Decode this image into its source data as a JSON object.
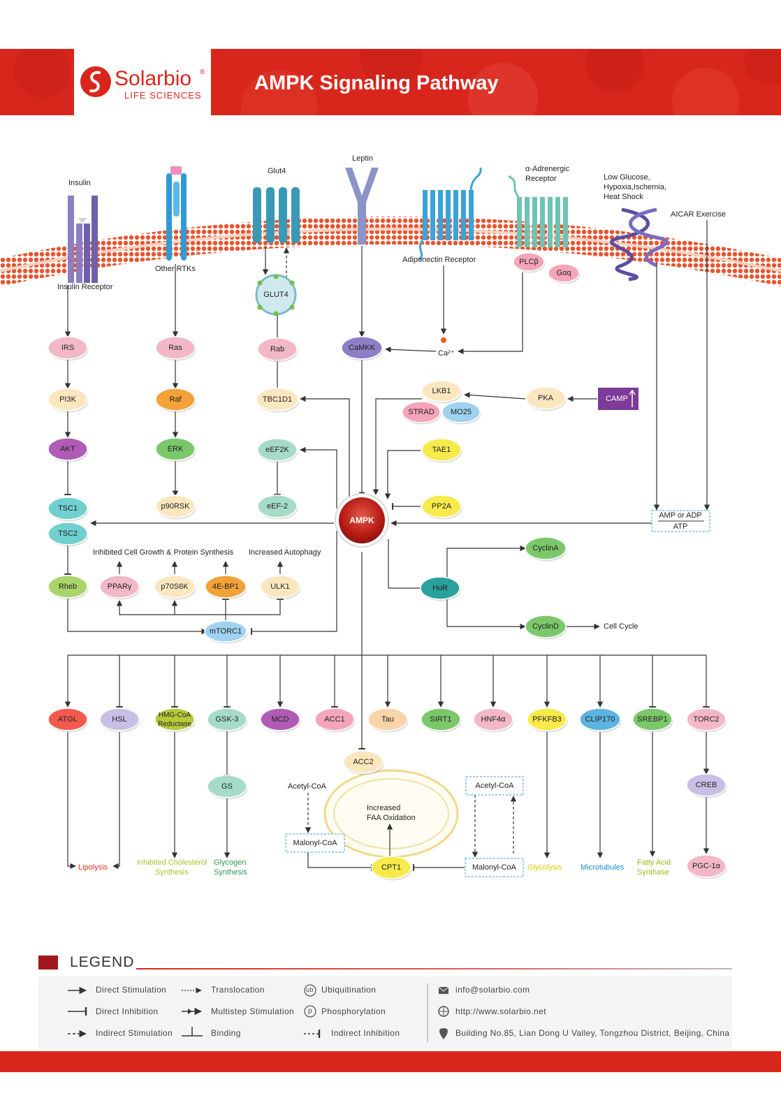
{
  "header": {
    "brand_name": "Solarbio",
    "brand_sub": "LIFE SCIENCES",
    "registered": "®",
    "title": "AMPK Signaling Pathway",
    "brand_color": "#d9261c"
  },
  "membrane": {
    "insulin": "Insulin",
    "insulin_receptor": "Insulin Receptor",
    "other_rtks": "Other RTKs",
    "glut4_label": "Glut4",
    "leptin": "Leptin",
    "adiponectin_receptor": "Adiponectin Receptor",
    "alpha_adrenergic_1": "α-Adrenergic",
    "alpha_adrenergic_2": "Receptor",
    "stress_1": "Low Glucose,",
    "stress_2": "Hypoxia,Ischemia,",
    "stress_3": "Heat Shock",
    "aicar": "AICAR Exercise"
  },
  "nodes": {
    "glut4": "GLUT4",
    "irs": "IRS",
    "ras": "Ras",
    "rab": "Rab",
    "camkk": "CaMKK",
    "ca": "Ca²⁺",
    "plcb": "PLCβ",
    "gaq": "Gαq",
    "pi3k": "PI3K",
    "raf": "Raf",
    "tbc1d1": "TBC1D1",
    "lkb1": "LKB1",
    "strad": "STRAD",
    "mo25": "MO25",
    "pka": "PKA",
    "camp": "CAMP",
    "akt": "AKT",
    "erk": "ERK",
    "eef2k": "eEF2K",
    "tae1": "TAE1",
    "p90rsk": "p90RSK",
    "eef2": "eEF-2",
    "pp2a": "PP2A",
    "tsc1": "TSC1",
    "tsc2": "TSC2",
    "ampk": "AMPK",
    "amp_1": "AMP or ADP",
    "amp_2": "ATP",
    "cyclina": "CyclinA",
    "rheb": "Rheb",
    "ppar": "PPARγ",
    "p70s6k": "p70S6K",
    "ebp1": "4E-BP1",
    "ulk1": "ULK1",
    "hur": "HuR",
    "mtorc1": "mTORC1",
    "cyclind": "CyclinD",
    "atgl": "ATGL",
    "hsl": "HSL",
    "hmg_1": "HMG-CoA",
    "hmg_2": "Reductase",
    "gsk3": "GSK-3",
    "mcd": "MCD",
    "acc1": "ACC1",
    "tau": "Tau",
    "sirt1": "SIRT1",
    "hnf4": "HNF4α",
    "pfkfb3": "PFKFB3",
    "clip170": "CLIP170",
    "srebp1": "SREBP1",
    "torc2": "TORC2",
    "acc2": "ACC2",
    "gs": "GS",
    "creb": "CREB",
    "cpt1": "CPT1",
    "pgc": "PGC-1α",
    "acetyl_left": "Acetyl-CoA",
    "acetyl_right": "Acetyl-CoA",
    "malonyl_left": "Malonyl-CoA",
    "malonyl_right": "Malonyl-CoA"
  },
  "outcomes": {
    "inhibited_growth": "Inhibited Cell Growth & Protein Synthesis",
    "autophagy": "Increased Autophagy",
    "cell_cycle": "Cell Cycle",
    "faa_1": "Increased",
    "faa_2": "FAA Oxidation",
    "lipolysis": "Lipolysis",
    "chol_1": "Inhibited Cholesterol",
    "chol_2": "Synthesis",
    "glycogen_1": "Glycogen",
    "glycogen_2": "Synthesis",
    "glycolysis": "Glycolysis",
    "microtubules": "Microtubules",
    "fatty_1": "Fatty Acid",
    "fatty_2": "Synthase"
  },
  "legend": {
    "title": "LEGEND",
    "direct_stimulation": "Direct Stimulation",
    "translocation": "Translocation",
    "ubiquitination": "Ubiquitination",
    "direct_inhibition": "Direct Inhibition",
    "multistep": "Multistep Stimulation",
    "phosphorylation": "Phosphorylation",
    "indirect_stimulation": "Indirect Stimulation",
    "binding": "Binding",
    "indirect_inhibition": "Indirect Inhibition",
    "ub_symbol": "ub",
    "p_symbol": "p",
    "email": "info@solarbio.com",
    "website": "http://www.solarbio.net",
    "address": "Building No.85, Lian Dong U Valley, Tongzhou District, Beijing, China"
  }
}
